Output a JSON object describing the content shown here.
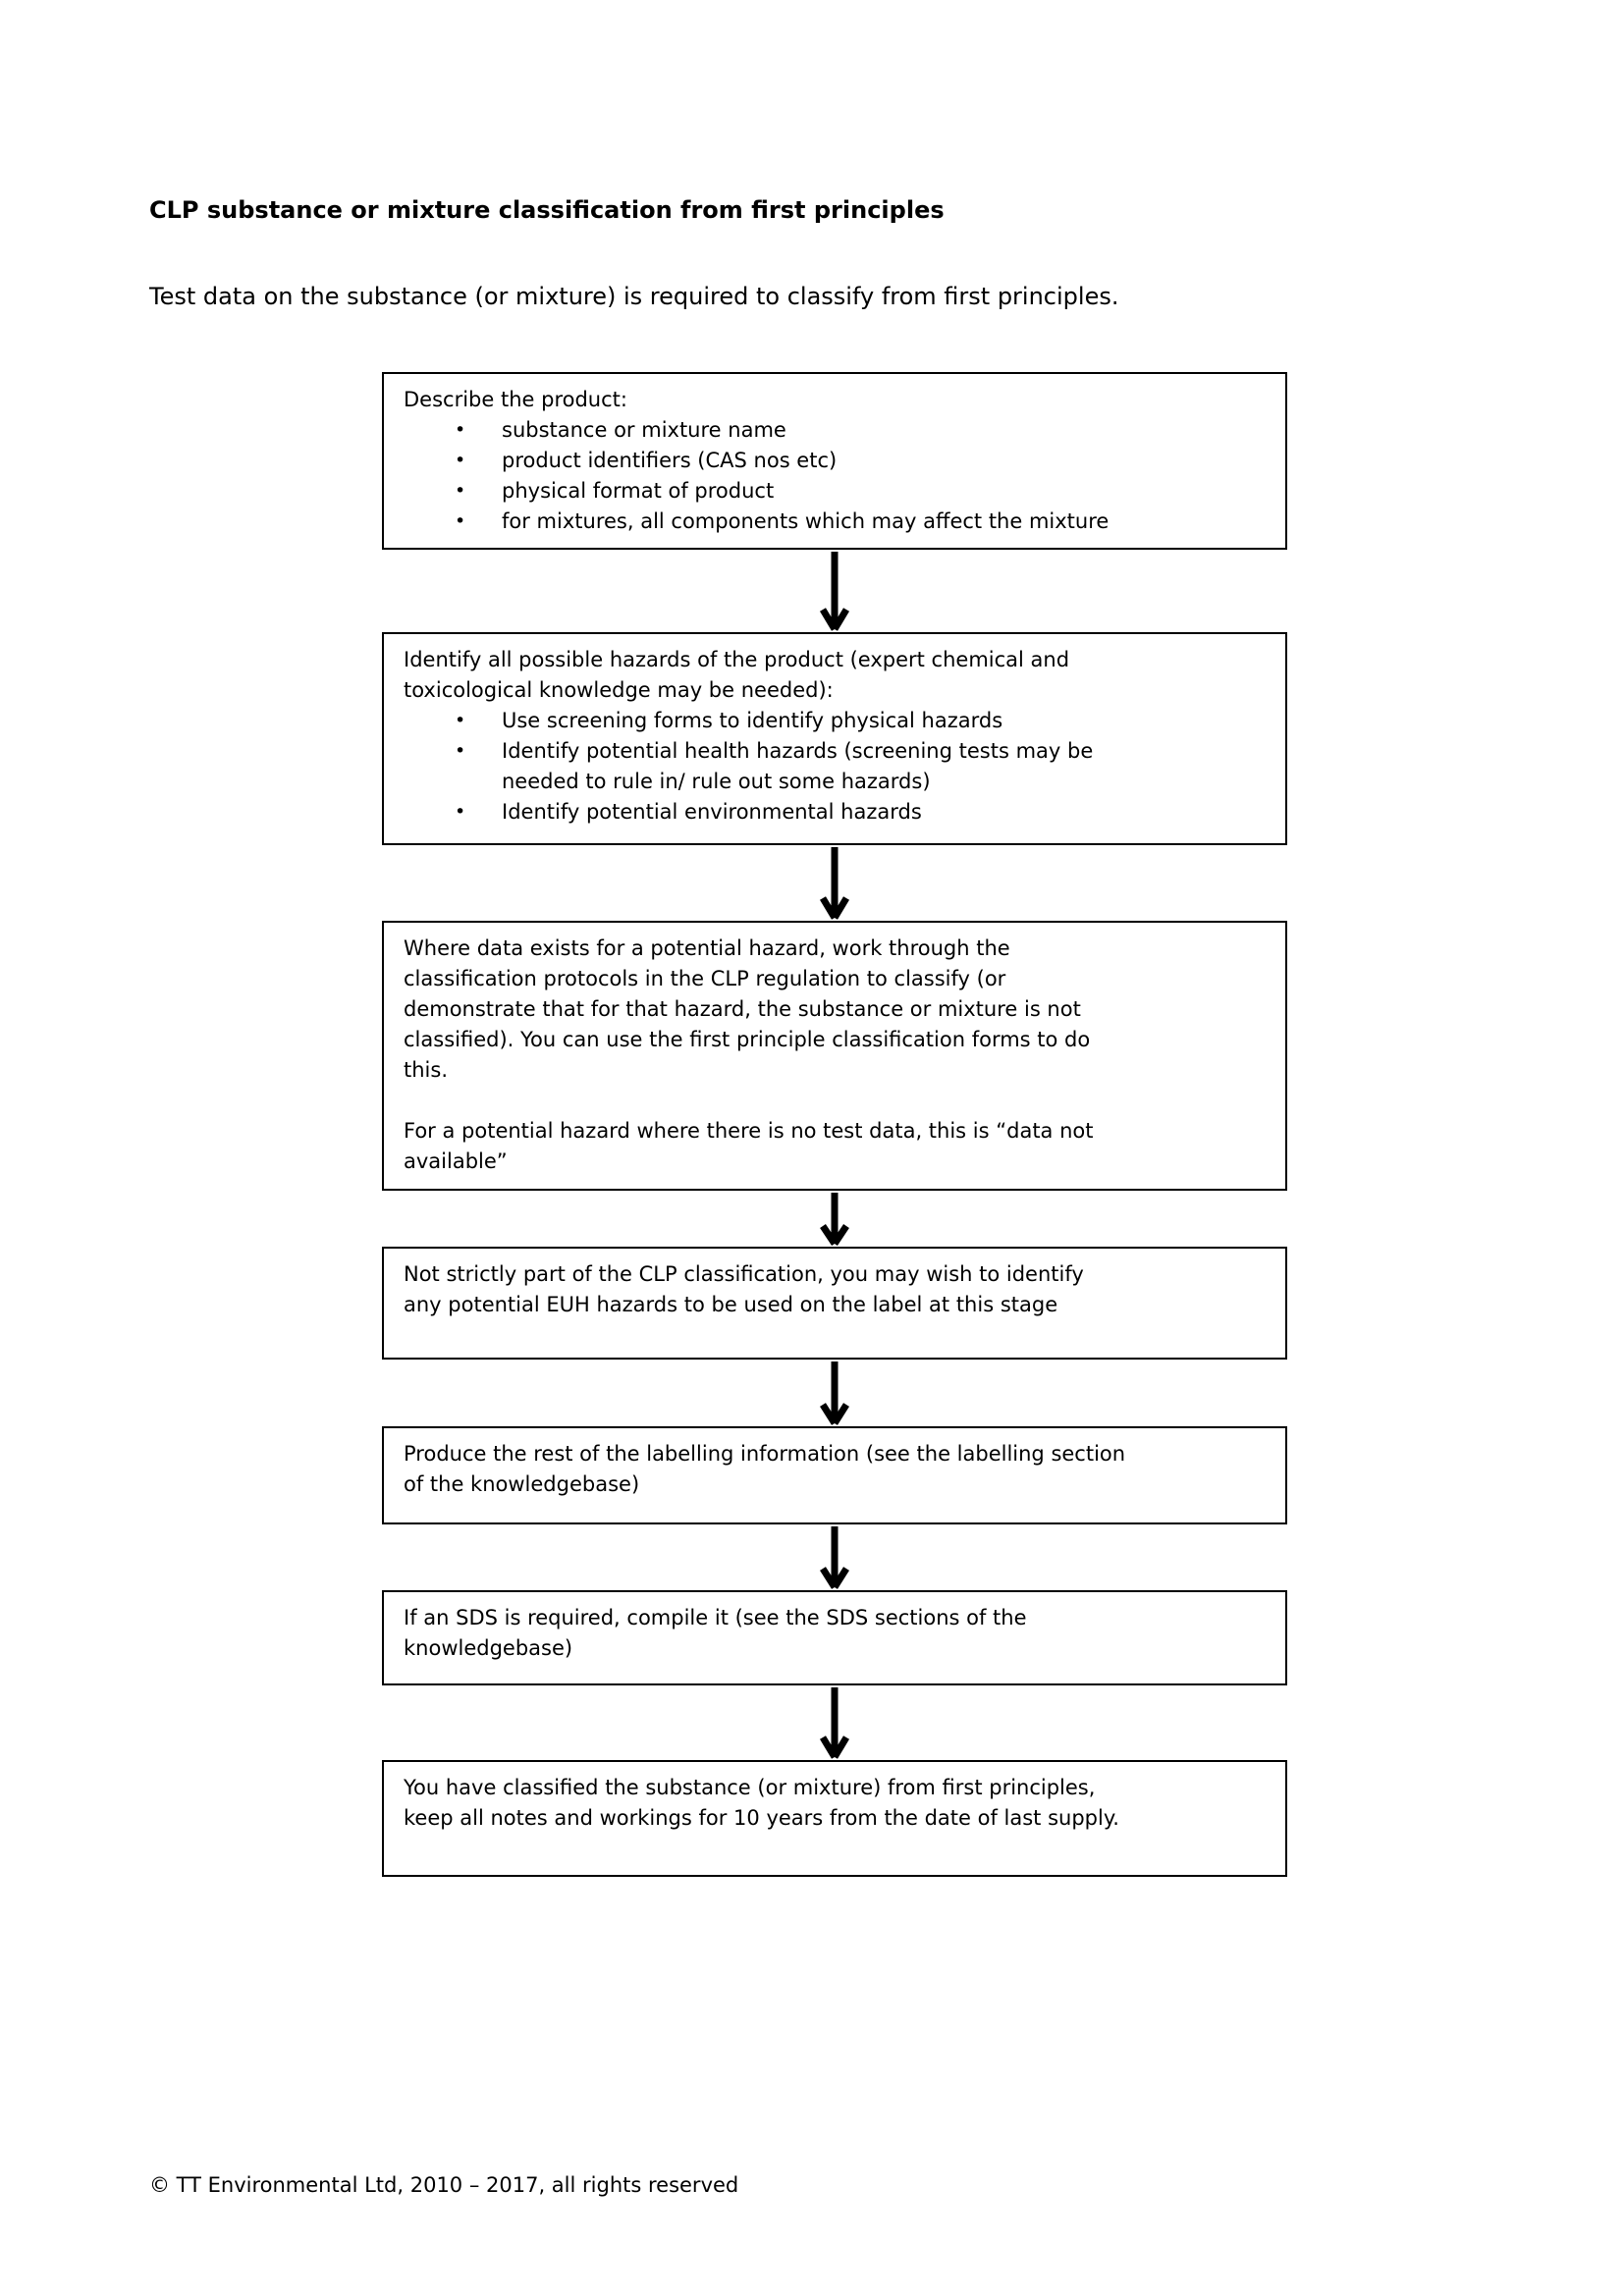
{
  "page": {
    "title": "CLP substance or mixture classification from first principles",
    "subtitle": "Test data on the substance (or mixture) is required to classify from first principles.",
    "footer": "© TT Environmental Ltd, 2010 – 2017, all rights reserved"
  },
  "flowchart": {
    "bullet_glyph": "•",
    "boxes": [
      {
        "id": "describe-product",
        "intro": "Describe the product:",
        "bullets": [
          "substance or mixture name",
          "product identifiers (CAS nos etc)",
          "physical format of product",
          "for mixtures, all components which may affect the mixture"
        ]
      },
      {
        "id": "identify-hazards",
        "intro": "Identify all possible hazards of the product (expert chemical and\ntoxicological knowledge may be needed):",
        "bullets": [
          "Use screening forms to identify physical hazards",
          "Identify potential health hazards (screening tests may be\nneeded to rule in/ rule out some hazards)",
          "Identify potential environmental hazards"
        ]
      },
      {
        "id": "classification-protocols",
        "paragraphs": [
          "Where data exists for a potential hazard, work through the\nclassification protocols in the CLP regulation to classify (or\ndemonstrate that for that hazard, the substance or mixture is not\nclassified).  You can use the first principle classification forms to do\nthis.",
          "For a potential hazard where there is no test data, this is “data not\navailable”"
        ]
      },
      {
        "id": "euh-hazards",
        "paragraphs": [
          "Not strictly part of the CLP classification, you may wish to identify\nany potential EUH hazards to be used on the label at this stage"
        ]
      },
      {
        "id": "labelling-information",
        "paragraphs": [
          "Produce the rest of the labelling information (see the labelling section\nof the knowledgebase)"
        ]
      },
      {
        "id": "compile-sds",
        "paragraphs": [
          "If an SDS is required, compile it (see the SDS sections of the\nknowledgebase)"
        ]
      },
      {
        "id": "classification-complete",
        "paragraphs": [
          "You have classified the substance (or mixture) from first principles,\nkeep all notes and workings for 10 years from the date of last supply."
        ]
      }
    ]
  },
  "colors": {
    "text": "#000000",
    "border": "#000000",
    "background": "#ffffff"
  }
}
